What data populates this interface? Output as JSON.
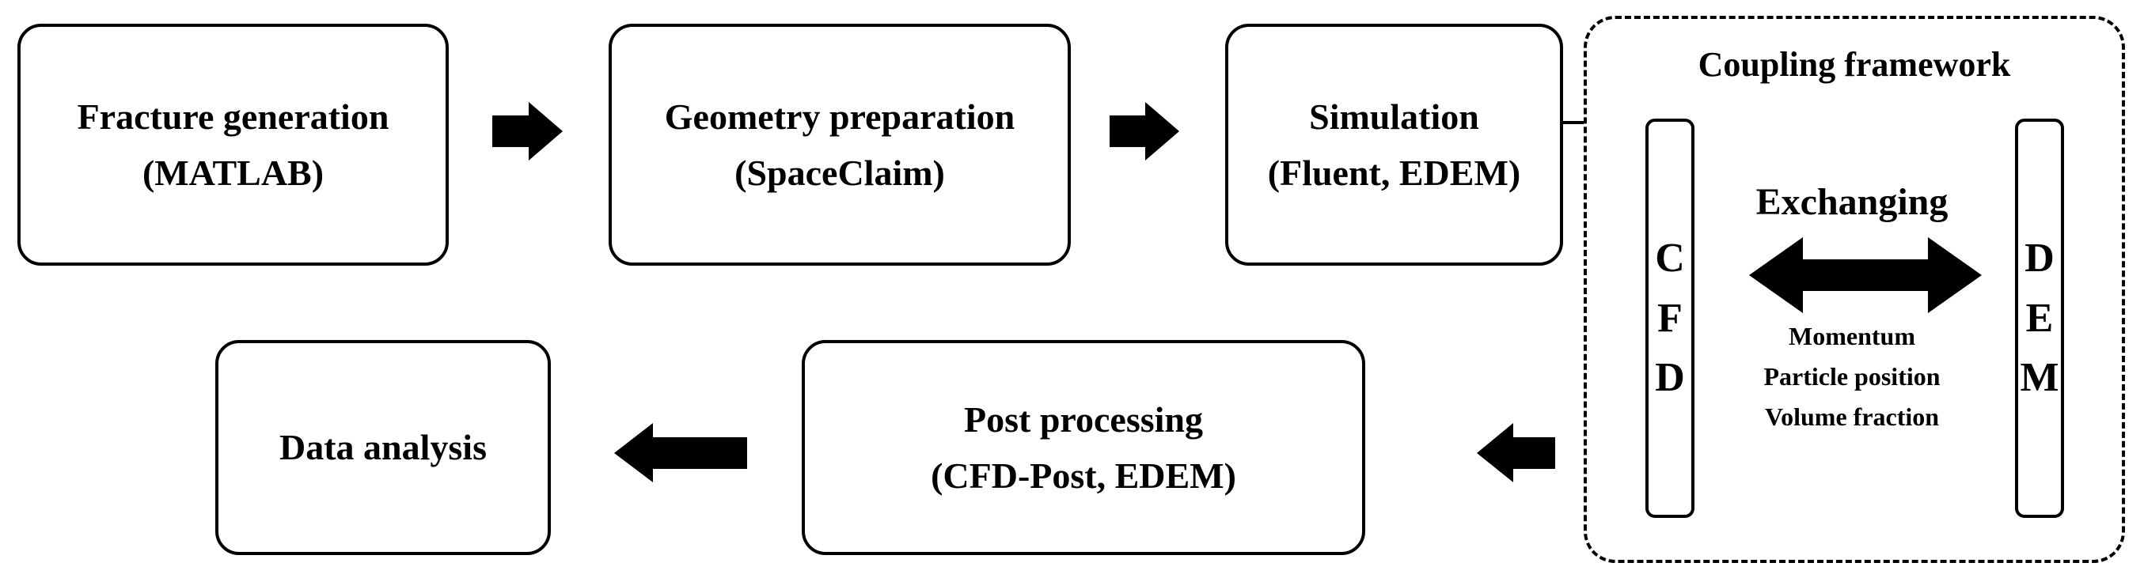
{
  "steps": {
    "fracture": {
      "line1": "Fracture generation",
      "line2": "(MATLAB)"
    },
    "geometry": {
      "line1": "Geometry preparation",
      "line2": "(SpaceClaim)"
    },
    "simulation": {
      "line1": "Simulation",
      "line2": "(Fluent, EDEM)"
    },
    "post": {
      "line1": "Post processing",
      "line2": "(CFD-Post, EDEM)"
    },
    "analysis": {
      "line1": "Data analysis"
    }
  },
  "coupling": {
    "title": "Coupling framework",
    "left_letters": [
      "C",
      "F",
      "D"
    ],
    "right_letters": [
      "D",
      "E",
      "M"
    ],
    "exchange_label": "Exchanging",
    "exchanged_quantities": [
      "Momentum",
      "Particle position",
      "Volume fraction"
    ]
  },
  "colors": {
    "stroke": "#000000",
    "fill": "#ffffff"
  }
}
